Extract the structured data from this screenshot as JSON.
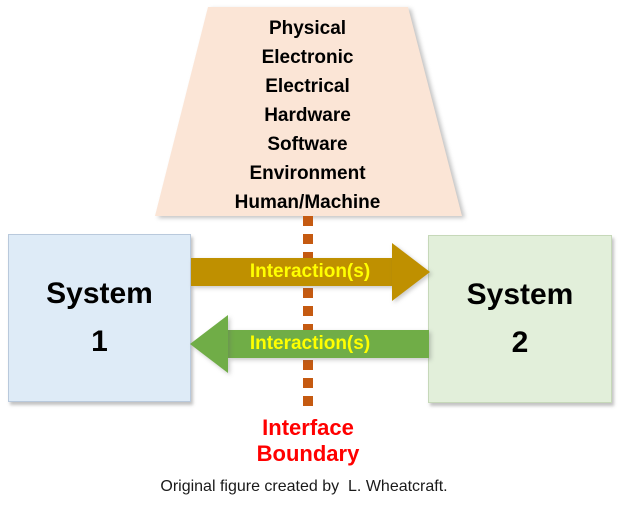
{
  "colors": {
    "trapezoid_fill": "#FBE5D6",
    "system1_fill": "#DEEBF7",
    "system2_fill": "#E2EFDA",
    "arrow_forward_fill": "#BF9000",
    "arrow_reverse_fill": "#70AD47",
    "interaction_label_text": "#FFFF00",
    "boundary_dash": "#C55A11",
    "boundary_text": "#FF0000",
    "body_text": "#000000"
  },
  "trapezoid": {
    "items": [
      "Physical",
      "Electronic",
      "Electrical",
      "Hardware",
      "Software",
      "Environment",
      "Human/Machine"
    ]
  },
  "system1": {
    "name": "System",
    "number": "1"
  },
  "system2": {
    "name": "System",
    "number": "2"
  },
  "arrow_forward": {
    "label": "Interaction(s)"
  },
  "arrow_reverse": {
    "label": "Interaction(s)"
  },
  "boundary": {
    "line1": "Interface",
    "line2": "Boundary"
  },
  "caption": {
    "text": "Original figure created by  L. Wheatcraft."
  }
}
